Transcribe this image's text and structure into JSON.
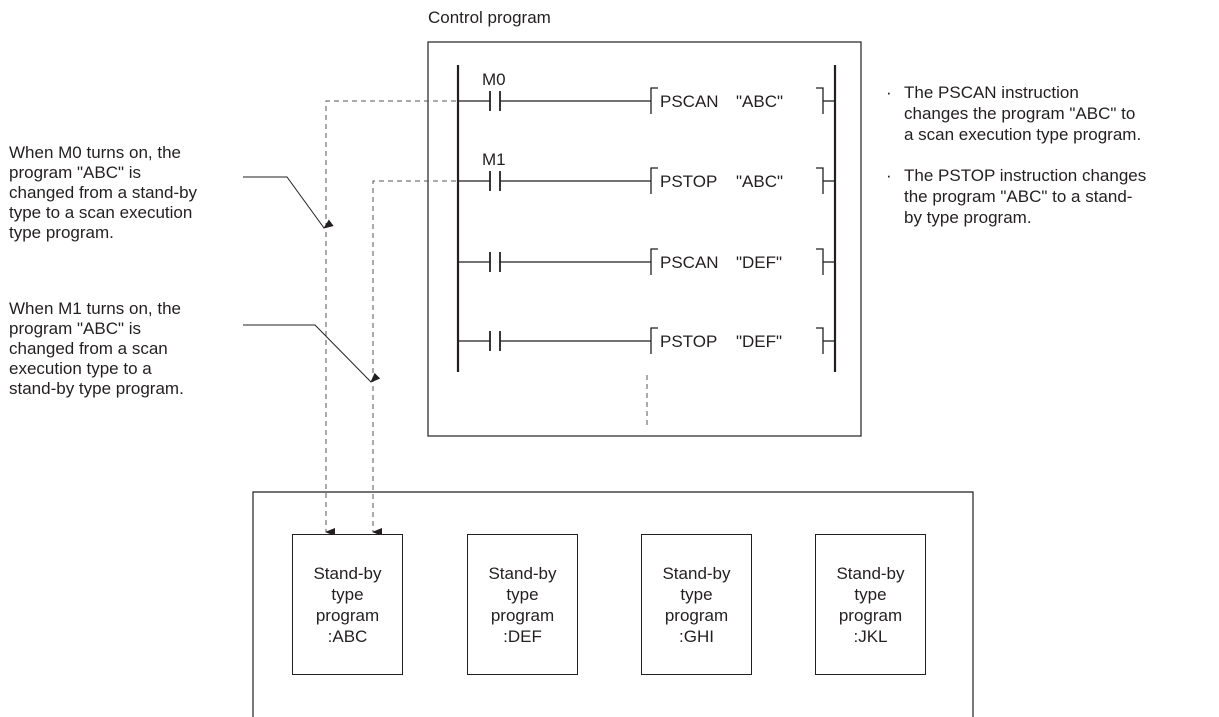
{
  "control_program_title": "Control program",
  "rungs": [
    {
      "contact": "M0",
      "instruction": "PSCAN",
      "arg": "\"ABC\""
    },
    {
      "contact": "M1",
      "instruction": "PSTOP",
      "arg": "\"ABC\""
    },
    {
      "contact": "",
      "instruction": "PSCAN",
      "arg": "\"DEF\""
    },
    {
      "contact": "",
      "instruction": "PSTOP",
      "arg": "\"DEF\""
    }
  ],
  "notes": [
    {
      "bullet": "·",
      "lines": [
        "The PSCAN instruction",
        "changes the program \"ABC\" to",
        "a scan execution type program."
      ]
    },
    {
      "bullet": "·",
      "lines": [
        "The PSTOP instruction changes",
        "the program \"ABC\" to a stand-",
        "by type program."
      ]
    }
  ],
  "annotations": [
    {
      "lines": [
        "When M0 turns on, the",
        "program \"ABC\" is",
        "changed from a stand-by",
        "type to a scan execution",
        "type program."
      ]
    },
    {
      "lines": [
        "When M1 turns on, the",
        "program \"ABC\" is",
        "changed from  a scan",
        "execution type to a",
        "stand-by type program."
      ]
    }
  ],
  "programs": [
    {
      "lines": [
        "Stand-by",
        "type",
        "program",
        ":ABC"
      ]
    },
    {
      "lines": [
        "Stand-by",
        "type",
        "program",
        ":DEF"
      ]
    },
    {
      "lines": [
        "Stand-by",
        "type",
        "program",
        ":GHI"
      ]
    },
    {
      "lines": [
        "Stand-by",
        "type",
        "program",
        ":JKL"
      ]
    }
  ],
  "colors": {
    "line": "#231f20",
    "guide": "#555555"
  }
}
